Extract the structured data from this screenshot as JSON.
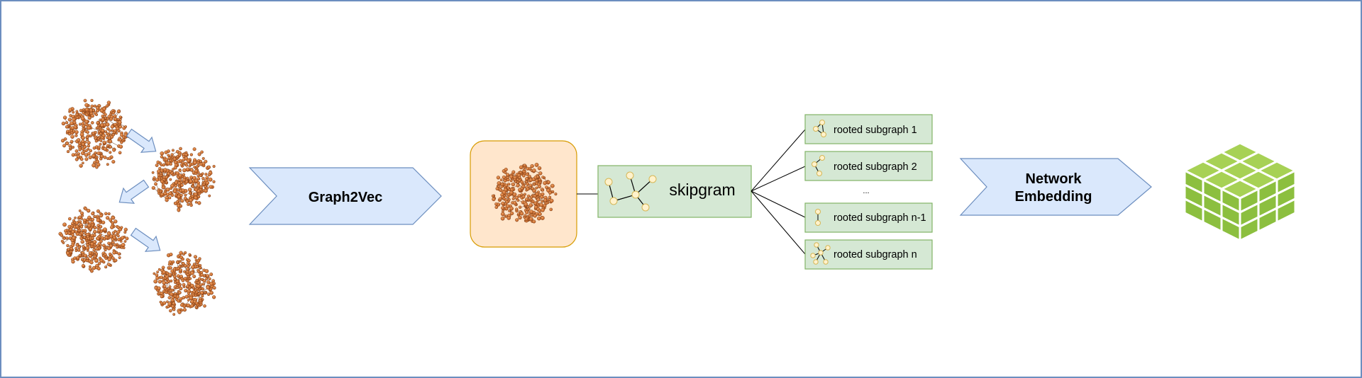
{
  "colors": {
    "frame_border": "#6c8ebf",
    "arrow_fill": "#dae8fc",
    "arrow_stroke": "#6c8ebf",
    "graph_node": "#c0682b",
    "graph_node_dark": "#7a3a12",
    "orange_box_fill": "#ffe6cc",
    "orange_box_stroke": "#d79b00",
    "green_box_fill": "#d5e8d4",
    "green_box_stroke": "#82b366",
    "small_node_fill": "#fff2cc",
    "small_node_stroke": "#d6b656",
    "cube_green": "#8cbf3f",
    "cube_light": "#a7d155"
  },
  "icons": [
    "molecular-graph-icon",
    "flow-arrow-icon",
    "subgraph-icon",
    "embedding-matrix-icon"
  ],
  "steps": {
    "graph2vec": "Graph2Vec",
    "skipgram": "skipgram",
    "network_embedding": [
      "Network",
      "Embedding"
    ]
  },
  "subgraphs": [
    "rooted subgraph 1",
    "rooted subgraph 2",
    "...",
    "rooted subgraph n-1",
    "rooted subgraph n"
  ]
}
